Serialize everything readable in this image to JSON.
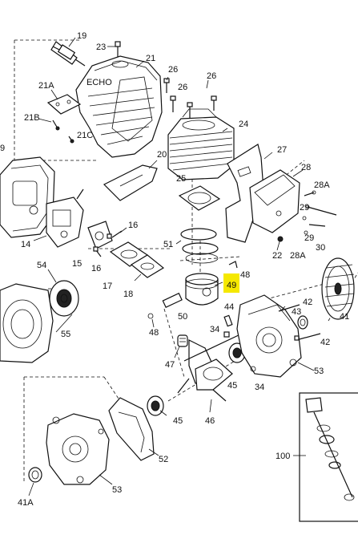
{
  "diagram": {
    "highlight_color": "#f5e800",
    "highlighted_part": "49",
    "parts": [
      {
        "id": "p19",
        "label": "19"
      },
      {
        "id": "p23",
        "label": "23"
      },
      {
        "id": "p21",
        "label": "21"
      },
      {
        "id": "p21A",
        "label": "21A"
      },
      {
        "id": "p21B",
        "label": "21B"
      },
      {
        "id": "p21C",
        "label": "21C"
      },
      {
        "id": "p26a",
        "label": "26"
      },
      {
        "id": "p26b",
        "label": "26"
      },
      {
        "id": "p26c",
        "label": "26"
      },
      {
        "id": "p24",
        "label": "24"
      },
      {
        "id": "p27",
        "label": "27"
      },
      {
        "id": "p20",
        "label": "20"
      },
      {
        "id": "p9",
        "label": "9"
      },
      {
        "id": "p25",
        "label": "25"
      },
      {
        "id": "p28",
        "label": "28"
      },
      {
        "id": "p28A",
        "label": "28A"
      },
      {
        "id": "p16a",
        "label": "16"
      },
      {
        "id": "p16b",
        "label": "16"
      },
      {
        "id": "p14",
        "label": "14"
      },
      {
        "id": "p15",
        "label": "15"
      },
      {
        "id": "p51",
        "label": "51"
      },
      {
        "id": "p29",
        "label": "29"
      },
      {
        "id": "p29b",
        "label": "29"
      },
      {
        "id": "p30",
        "label": "30"
      },
      {
        "id": "p22",
        "label": "22"
      },
      {
        "id": "p28A2",
        "label": "28A"
      },
      {
        "id": "p17",
        "label": "17"
      },
      {
        "id": "p18",
        "label": "18"
      },
      {
        "id": "p54",
        "label": "54"
      },
      {
        "id": "p48a",
        "label": "48"
      },
      {
        "id": "p49",
        "label": "49"
      },
      {
        "id": "p42a",
        "label": "42"
      },
      {
        "id": "p44",
        "label": "44"
      },
      {
        "id": "p50",
        "label": "50"
      },
      {
        "id": "p43",
        "label": "43"
      },
      {
        "id": "p41",
        "label": "41"
      },
      {
        "id": "p42b",
        "label": "42"
      },
      {
        "id": "p48b",
        "label": "48"
      },
      {
        "id": "p34a",
        "label": "34"
      },
      {
        "id": "p55",
        "label": "55"
      },
      {
        "id": "p47",
        "label": "47"
      },
      {
        "id": "p45a",
        "label": "45"
      },
      {
        "id": "p53a",
        "label": "53"
      },
      {
        "id": "p34b",
        "label": "34"
      },
      {
        "id": "p45b",
        "label": "45"
      },
      {
        "id": "p46",
        "label": "46"
      },
      {
        "id": "p52",
        "label": "52"
      },
      {
        "id": "p100",
        "label": "100"
      },
      {
        "id": "p53b",
        "label": "53"
      },
      {
        "id": "p41A",
        "label": "41A"
      }
    ]
  }
}
